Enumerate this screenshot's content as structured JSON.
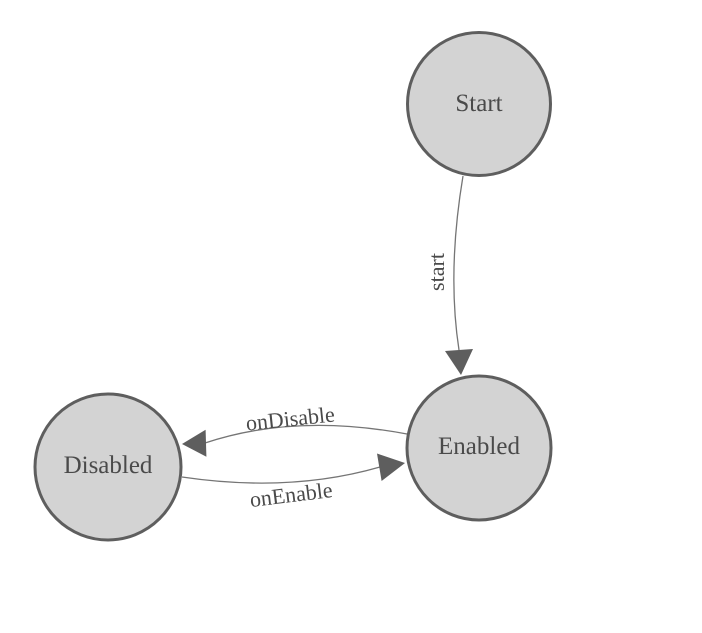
{
  "diagram": {
    "type": "state-machine",
    "background_color": "#ffffff",
    "node_fill_color": "#d3d3d3",
    "node_border_color": "#5e5e5e",
    "edge_line_color": "#757575",
    "arrowhead_color": "#5e5e5e",
    "text_color": "#4a4a4a",
    "nodes": [
      {
        "id": "start",
        "label": "Start"
      },
      {
        "id": "enabled",
        "label": "Enabled"
      },
      {
        "id": "disabled",
        "label": "Disabled"
      }
    ],
    "edges": [
      {
        "id": "start-transition",
        "label": "start",
        "from": "Start",
        "to": "Enabled"
      },
      {
        "id": "on-disable",
        "label": "onDisable",
        "from": "Enabled",
        "to": "Disabled"
      },
      {
        "id": "on-enable",
        "label": "onEnable",
        "from": "Disabled",
        "to": "Enabled"
      }
    ]
  }
}
